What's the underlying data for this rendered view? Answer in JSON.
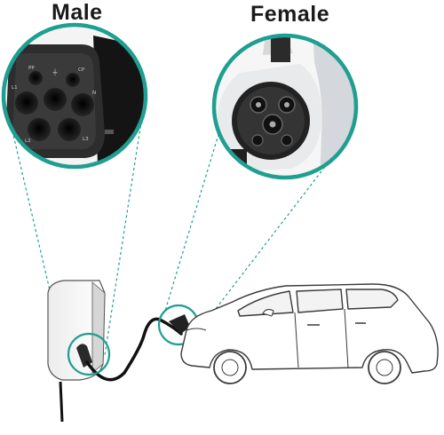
{
  "titles": {
    "male": "Male",
    "female": "Female"
  },
  "male_connector": {
    "pin_labels": [
      "PP",
      "CP",
      "L1",
      "N",
      "L2",
      "L3"
    ],
    "ground_symbol": "⏚"
  },
  "colors": {
    "callout_ring": "#1e9f91",
    "connector_body": "#1c1c1c",
    "socket_surround": "#e9eaec",
    "car_outline": "#3a3a3a",
    "cable": "#111111"
  },
  "icons": [
    "wallbox-charger",
    "charging-cable",
    "type-2-plug",
    "type-1-inlet",
    "hatchback-car"
  ]
}
